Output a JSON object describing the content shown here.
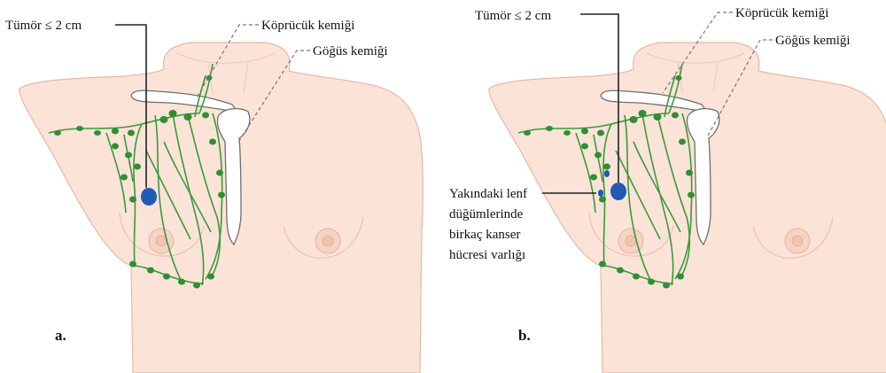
{
  "colors": {
    "skin": "#fbe3d8",
    "skin_outline": "#e8b8a6",
    "bone": "#ffffff",
    "bone_outline": "#6e6e6e",
    "lymph": "#3a9a3a",
    "lymph_node": "#2f8f32",
    "tumor": "#1f5bb5",
    "text": "#111111"
  },
  "panels": [
    {
      "id": "a",
      "panel_label": "a.",
      "labels": {
        "tumor": "Tümör ≤  2 cm",
        "clavicle": "Köprücük kemiği",
        "sternum": "Göğüs kemiği"
      }
    },
    {
      "id": "b",
      "panel_label": "b.",
      "labels": {
        "tumor": "Tümör ≤  2 cm",
        "clavicle": "Köprücük kemiği",
        "sternum": "Göğüs kemiği",
        "nodes_line1": "Yakındaki lenf",
        "nodes_line2": "düğümlerinde",
        "nodes_line3": "birkaç kanser",
        "nodes_line4": "hücresi varlığı"
      }
    }
  ]
}
